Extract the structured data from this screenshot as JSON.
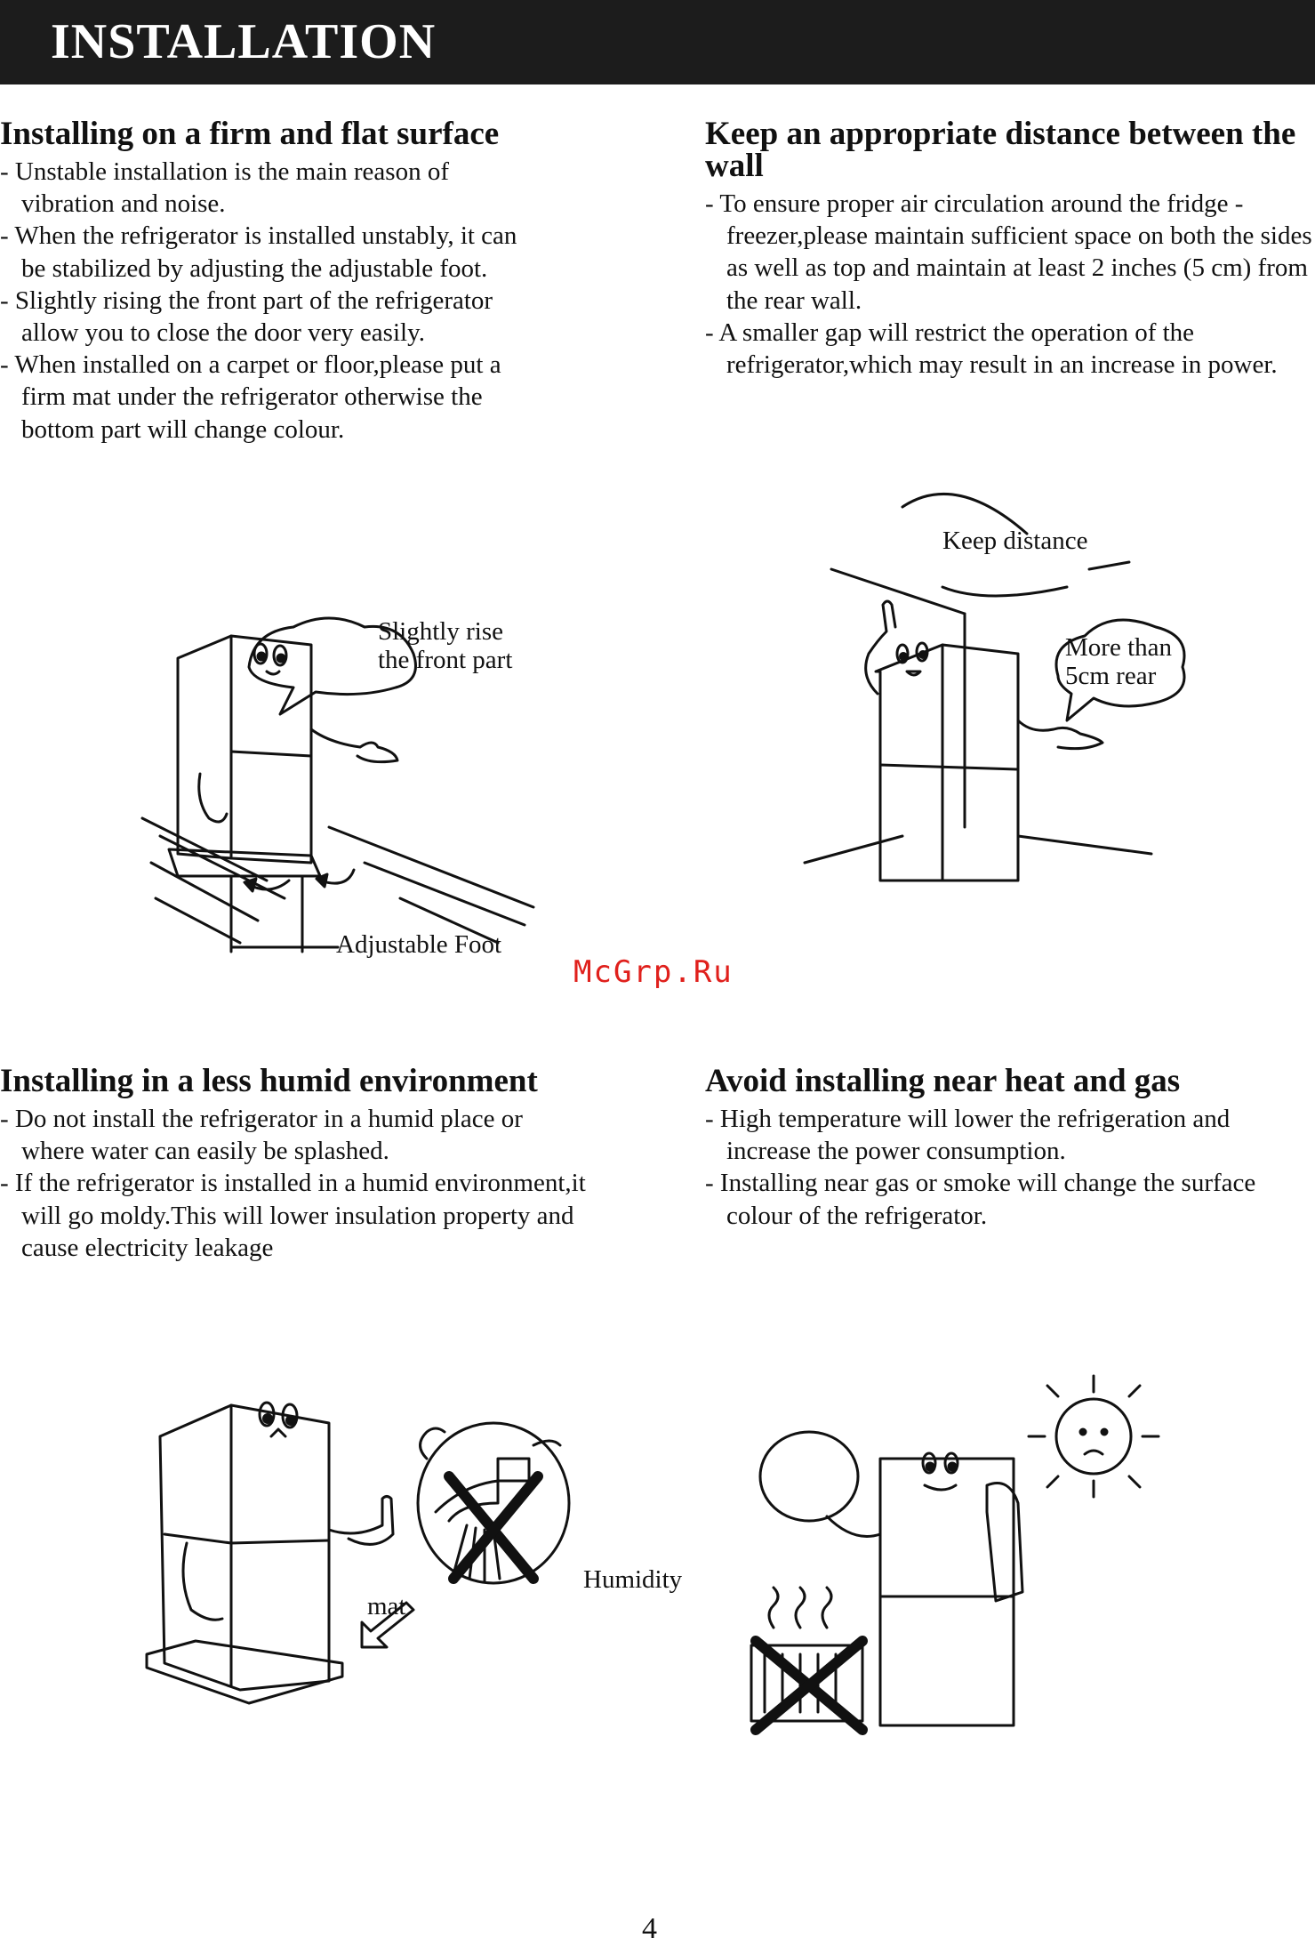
{
  "header": {
    "title": "INSTALLATION"
  },
  "sections": [
    {
      "title": "Installing on a firm and flat surface",
      "bullets": [
        "Unstable installation is the main reason of vibration and noise.",
        "When the refrigerator is installed unstably, it can be stabilized by adjusting the adjustable foot.",
        "Slightly rising the front part of the refrigerator allow you to close the door very easily.",
        "When installed on a carpet or floor,please put a firm mat under the refrigerator otherwise the bottom part will change colour."
      ]
    },
    {
      "title": "Keep an appropriate distance between the wall",
      "bullets": [
        "To ensure  proper air circulation around the fridge -freezer,please maintain sufficient space on both the sides as well as top and  maintain at least  2 inches (5 cm) from the rear wall.",
        "A smaller gap will restrict the operation of the refrigerator,which may result in an increase in power."
      ]
    },
    {
      "title": "Installing in a less humid environment",
      "bullets": [
        "Do not install the refrigerator in a humid place or where water can easily be splashed.",
        "If the refrigerator is installed in a humid environment,it will go moldy.This will lower insulation property and cause electricity leakage"
      ]
    },
    {
      "title": "Avoid installing near heat and gas",
      "bullets": [
        "High temperature will lower the refrigeration and increase the power consumption.",
        "Installing near gas or smoke will change the surface colour of the refrigerator."
      ]
    }
  ],
  "illustrations": {
    "flat_surface": {
      "bubble": "Slightly rise\nthe front part",
      "label": "Adjustable Foot"
    },
    "distance": {
      "label": "Keep distance",
      "bubble": "More than\n5cm rear"
    },
    "humid": {
      "mat_label": "mat",
      "humidity_label": "Humidity"
    },
    "heat": {}
  },
  "watermark": "McGrp.Ru",
  "page_number": "4"
}
